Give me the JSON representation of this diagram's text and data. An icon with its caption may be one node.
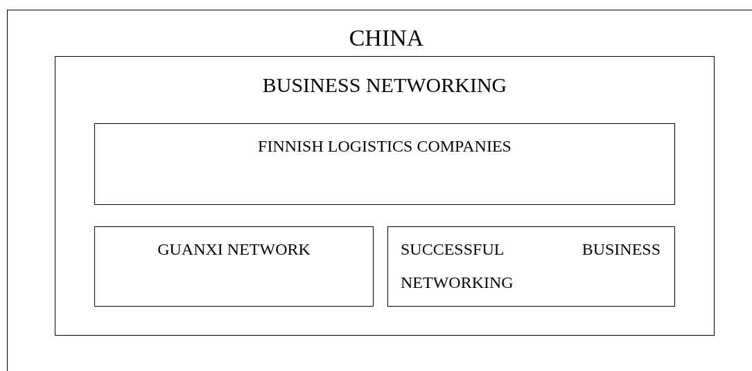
{
  "diagram": {
    "nodes": [
      {
        "text": [
          "CHINA"
        ]
      },
      {
        "text": [
          "BUSINESS NETWORKING"
        ],
        "in": 0
      },
      {
        "text": [
          "FINNISH LOGISTICS COMPANIES"
        ],
        "in": 1
      },
      {
        "text": [
          "GUANXI NETWORK"
        ],
        "in": 1
      },
      {
        "text": [
          "SUCCESSFUL BUSINESS NETWORKING"
        ],
        "in": 1
      }
    ]
  }
}
